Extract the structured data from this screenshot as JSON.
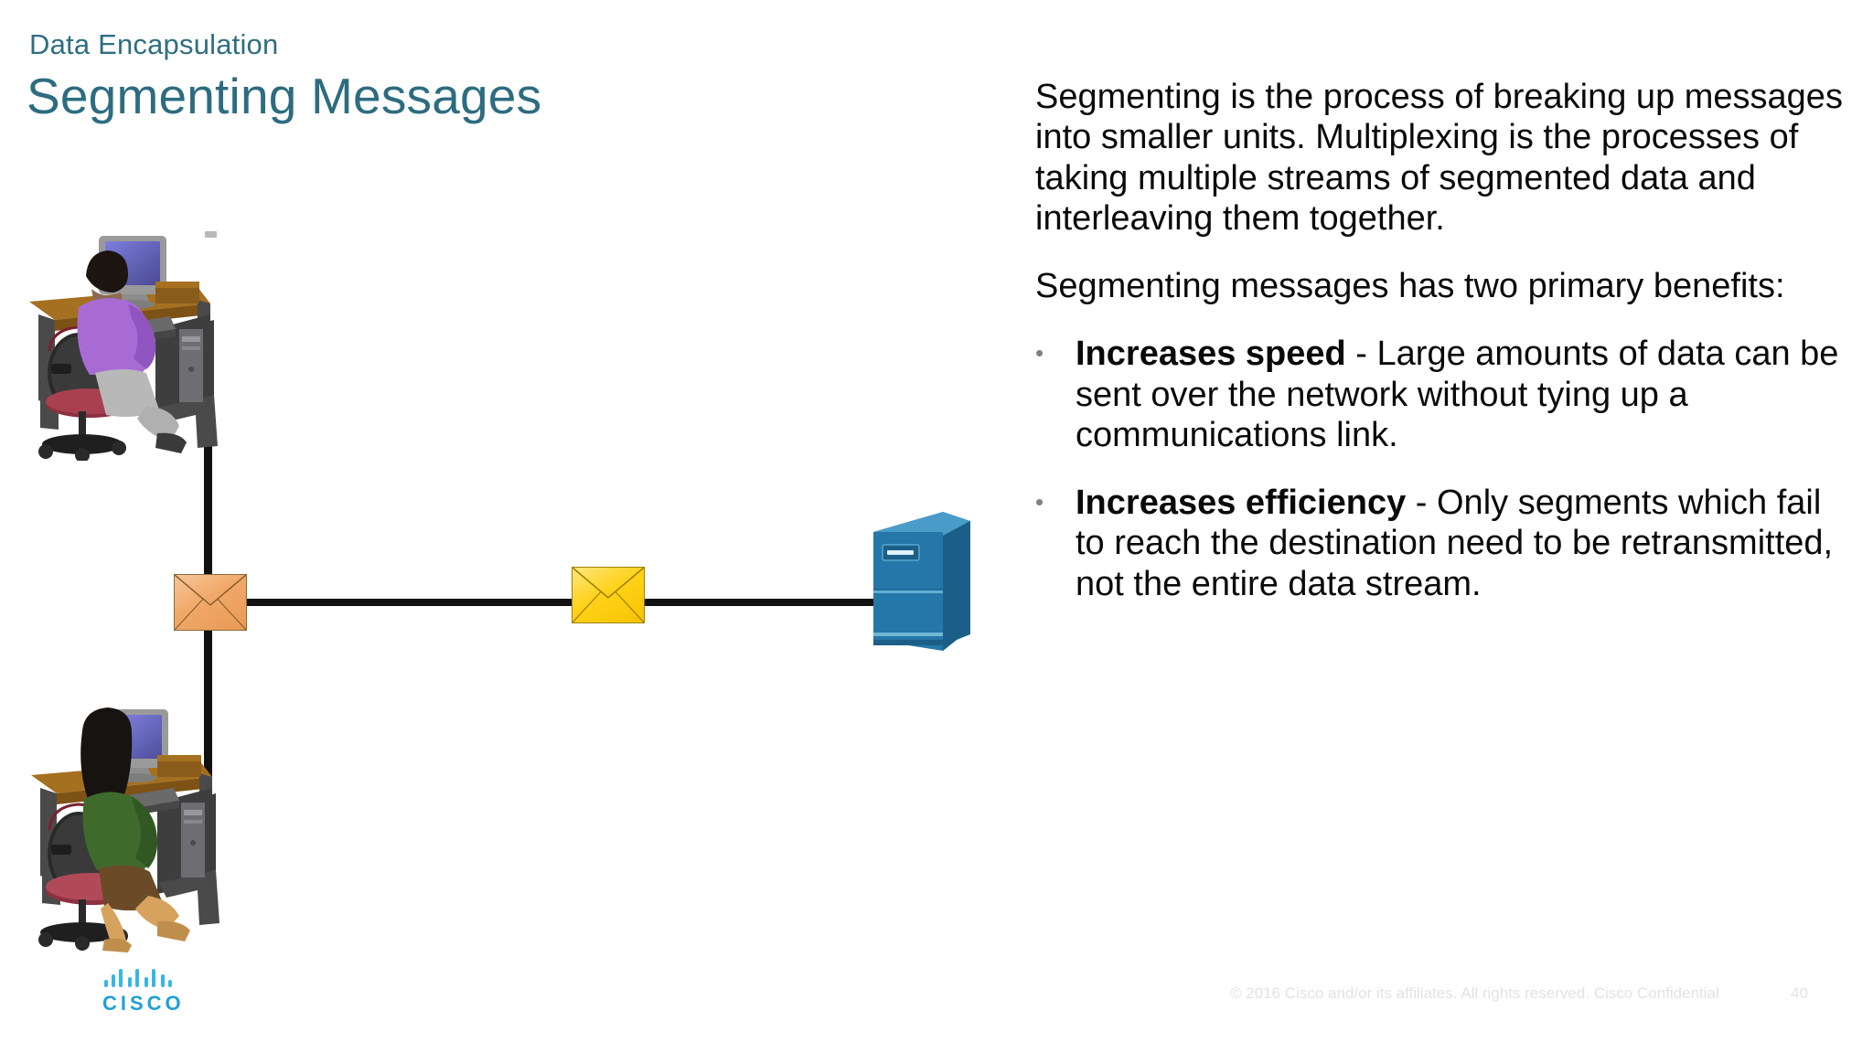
{
  "slide": {
    "eyebrow": "Data Encapsulation",
    "title": "Segmenting Messages",
    "accent_color": "#2d6c80",
    "background_color": "#ffffff"
  },
  "body": {
    "paragraphs": [
      "Segmenting is the process of breaking up messages into smaller units. Multiplexing is the processes of taking multiple streams of segmented data and interleaving them together.",
      "Segmenting messages has two primary benefits:"
    ],
    "bullets": [
      {
        "marker": "•",
        "lead": "Increases speed",
        "rest": " - Large amounts of data can be sent over the network without tying up a communications link."
      },
      {
        "marker": "•",
        "lead": "Increases efficiency",
        "rest": " - Only segments which fail to reach the destination need to be retransmitted, not the entire data stream."
      }
    ]
  },
  "diagram": {
    "nodes": [
      {
        "name": "workstation-top",
        "label": "PC user in purple shirt at desk"
      },
      {
        "name": "workstation-bottom",
        "label": "PC user in green top at desk"
      },
      {
        "name": "server",
        "label": "Server tower",
        "color": "#2477a8"
      }
    ],
    "segments": [
      {
        "name": "segment-orange",
        "color": "#f0a868"
      },
      {
        "name": "segment-yellow",
        "color": "#ffd21a"
      }
    ],
    "link_color": "#111111"
  },
  "footer": {
    "logo_text": "CISCO",
    "legal": "© 2016  Cisco and/or its affiliates. All rights reserved.   Cisco Confidential",
    "page_number": "40"
  }
}
